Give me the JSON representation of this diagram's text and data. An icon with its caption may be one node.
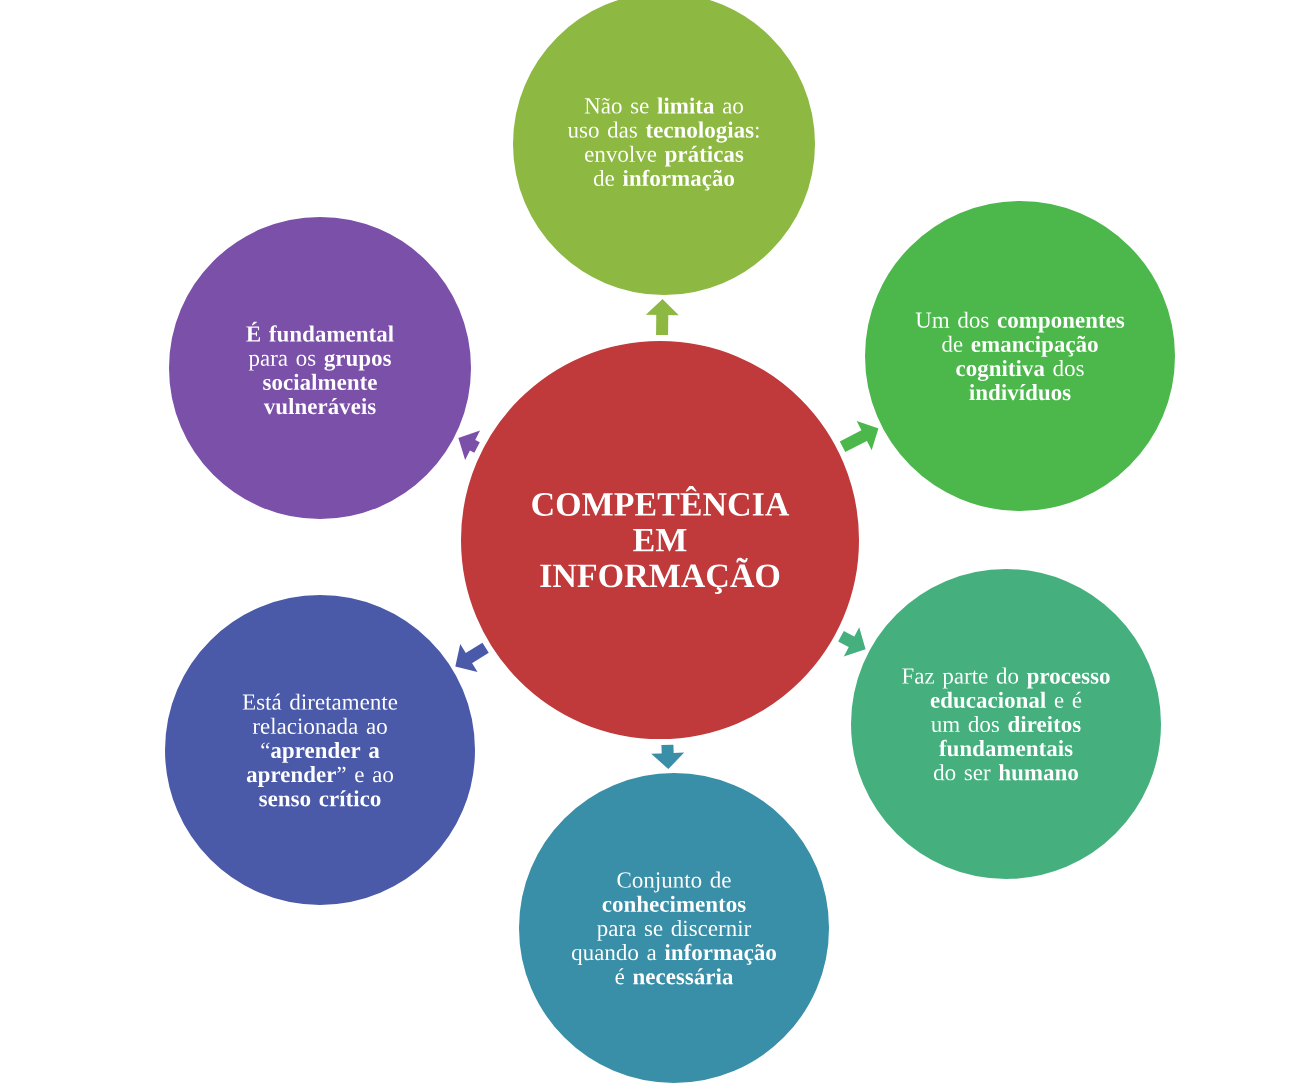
{
  "diagram": {
    "nodes": [
      {
        "text": [
          "COMPETÊNCIA EM INFORMAÇÃO"
        ]
      },
      {
        "text": [
          "Não se **limita** ao uso das **tecnologias**: envolve **práticas** de **informação**"
        ]
      },
      {
        "text": [
          "Um dos **componentes** de **emancipação cognitiva** dos **indivíduos**"
        ]
      },
      {
        "text": [
          "Faz parte do **processo educacional** e é um dos **direitos fundamentais** do ser **humano**"
        ]
      },
      {
        "text": [
          "Conjunto de **conhecimentos** para se discernir quando a **informação** é **necessária**"
        ]
      },
      {
        "text": [
          "Está diretamente relacionada ao “**aprender a aprender**” e ao **senso crítico**"
        ]
      },
      {
        "text": [
          "**É fundamental** para os **grupos socialmente vulneráveis**"
        ]
      }
    ],
    "edges": [
      {
        "from": 0,
        "to": 1,
        "arrow": "to",
        "color": "#8db842"
      },
      {
        "from": 0,
        "to": 2,
        "arrow": "to",
        "color": "#4cb84c"
      },
      {
        "from": 0,
        "to": 3,
        "arrow": "to",
        "color": "#45b07e"
      },
      {
        "from": 0,
        "to": 4,
        "arrow": "to",
        "color": "#3a8fa8"
      },
      {
        "from": 0,
        "to": 5,
        "arrow": "to",
        "color": "#4a5aa8"
      },
      {
        "from": 0,
        "to": 6,
        "arrow": "to",
        "color": "#7a50a8"
      }
    ]
  }
}
